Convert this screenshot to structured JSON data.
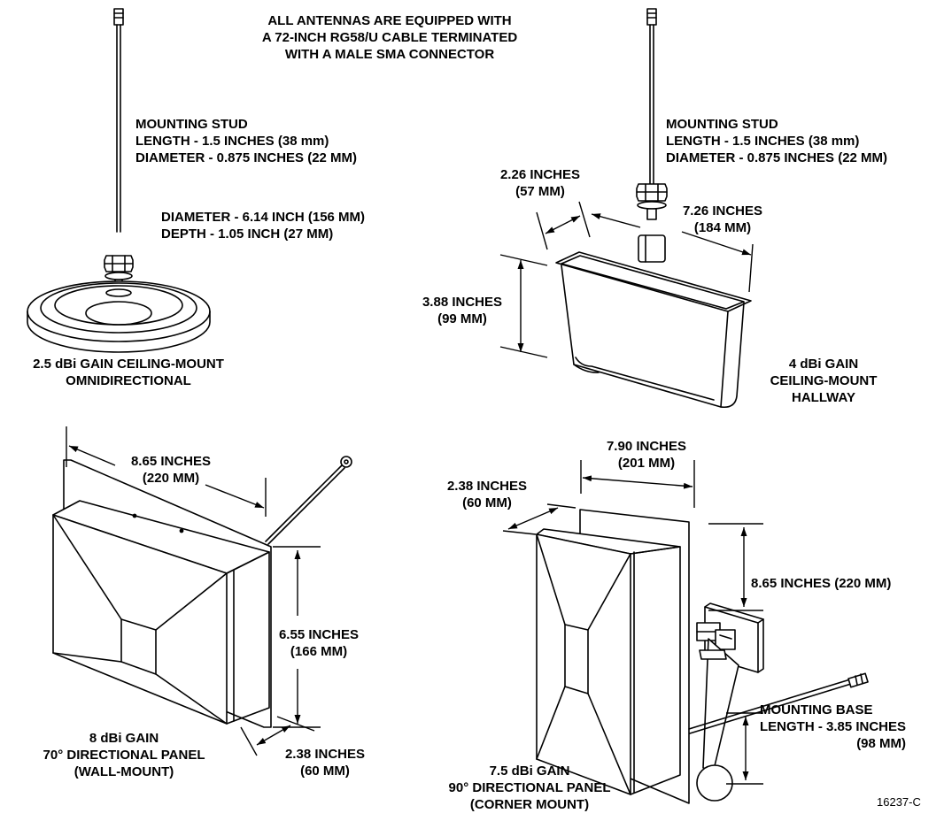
{
  "header_note": [
    "ALL ANTENNAS ARE EQUIPPED WITH",
    "A 72-INCH RG58/U CABLE TERMINATED",
    "WITH A MALE SMA CONNECTOR"
  ],
  "omni": {
    "stud": [
      "MOUNTING STUD",
      "LENGTH - 1.5 INCHES (38 mm)",
      "DIAMETER - 0.875 INCHES (22 MM)"
    ],
    "body": [
      "DIAMETER - 6.14 INCH (156 MM)",
      "DEPTH - 1.05 INCH (27 MM)"
    ],
    "caption": [
      "2.5 dBi GAIN CEILING-MOUNT",
      "OMNIDIRECTIONAL"
    ]
  },
  "hallway": {
    "stud": [
      "MOUNTING STUD",
      "LENGTH - 1.5 INCHES (38 mm)",
      "DIAMETER - 0.875 INCHES (22 MM)"
    ],
    "depth": [
      "2.26 INCHES",
      "(57 MM)"
    ],
    "width": [
      "7.26 INCHES",
      "(184 MM)"
    ],
    "height": [
      "3.88 INCHES",
      "(99 MM)"
    ],
    "caption": [
      "4 dBi GAIN",
      "CEILING-MOUNT",
      "HALLWAY"
    ]
  },
  "wall_panel": {
    "width": [
      "8.65 INCHES",
      "(220 MM)"
    ],
    "height": [
      "6.55 INCHES",
      "(166 MM)"
    ],
    "depth": [
      "2.38 INCHES",
      "(60 MM)"
    ],
    "caption": [
      "8 dBi GAIN",
      "70° DIRECTIONAL PANEL",
      "(WALL-MOUNT)"
    ]
  },
  "corner_panel": {
    "width": [
      "7.90 INCHES",
      "(201 MM)"
    ],
    "depth": [
      "2.38 INCHES",
      "(60 MM)"
    ],
    "height": [
      "8.65 INCHES (220 MM)"
    ],
    "base": [
      "MOUNTING BASE",
      "LENGTH - 3.85 INCHES",
      "(98 MM)"
    ],
    "caption": [
      "7.5 dBi GAIN",
      "90° DIRECTIONAL PANEL",
      "(CORNER MOUNT)"
    ]
  },
  "figure_id": "16237-C"
}
